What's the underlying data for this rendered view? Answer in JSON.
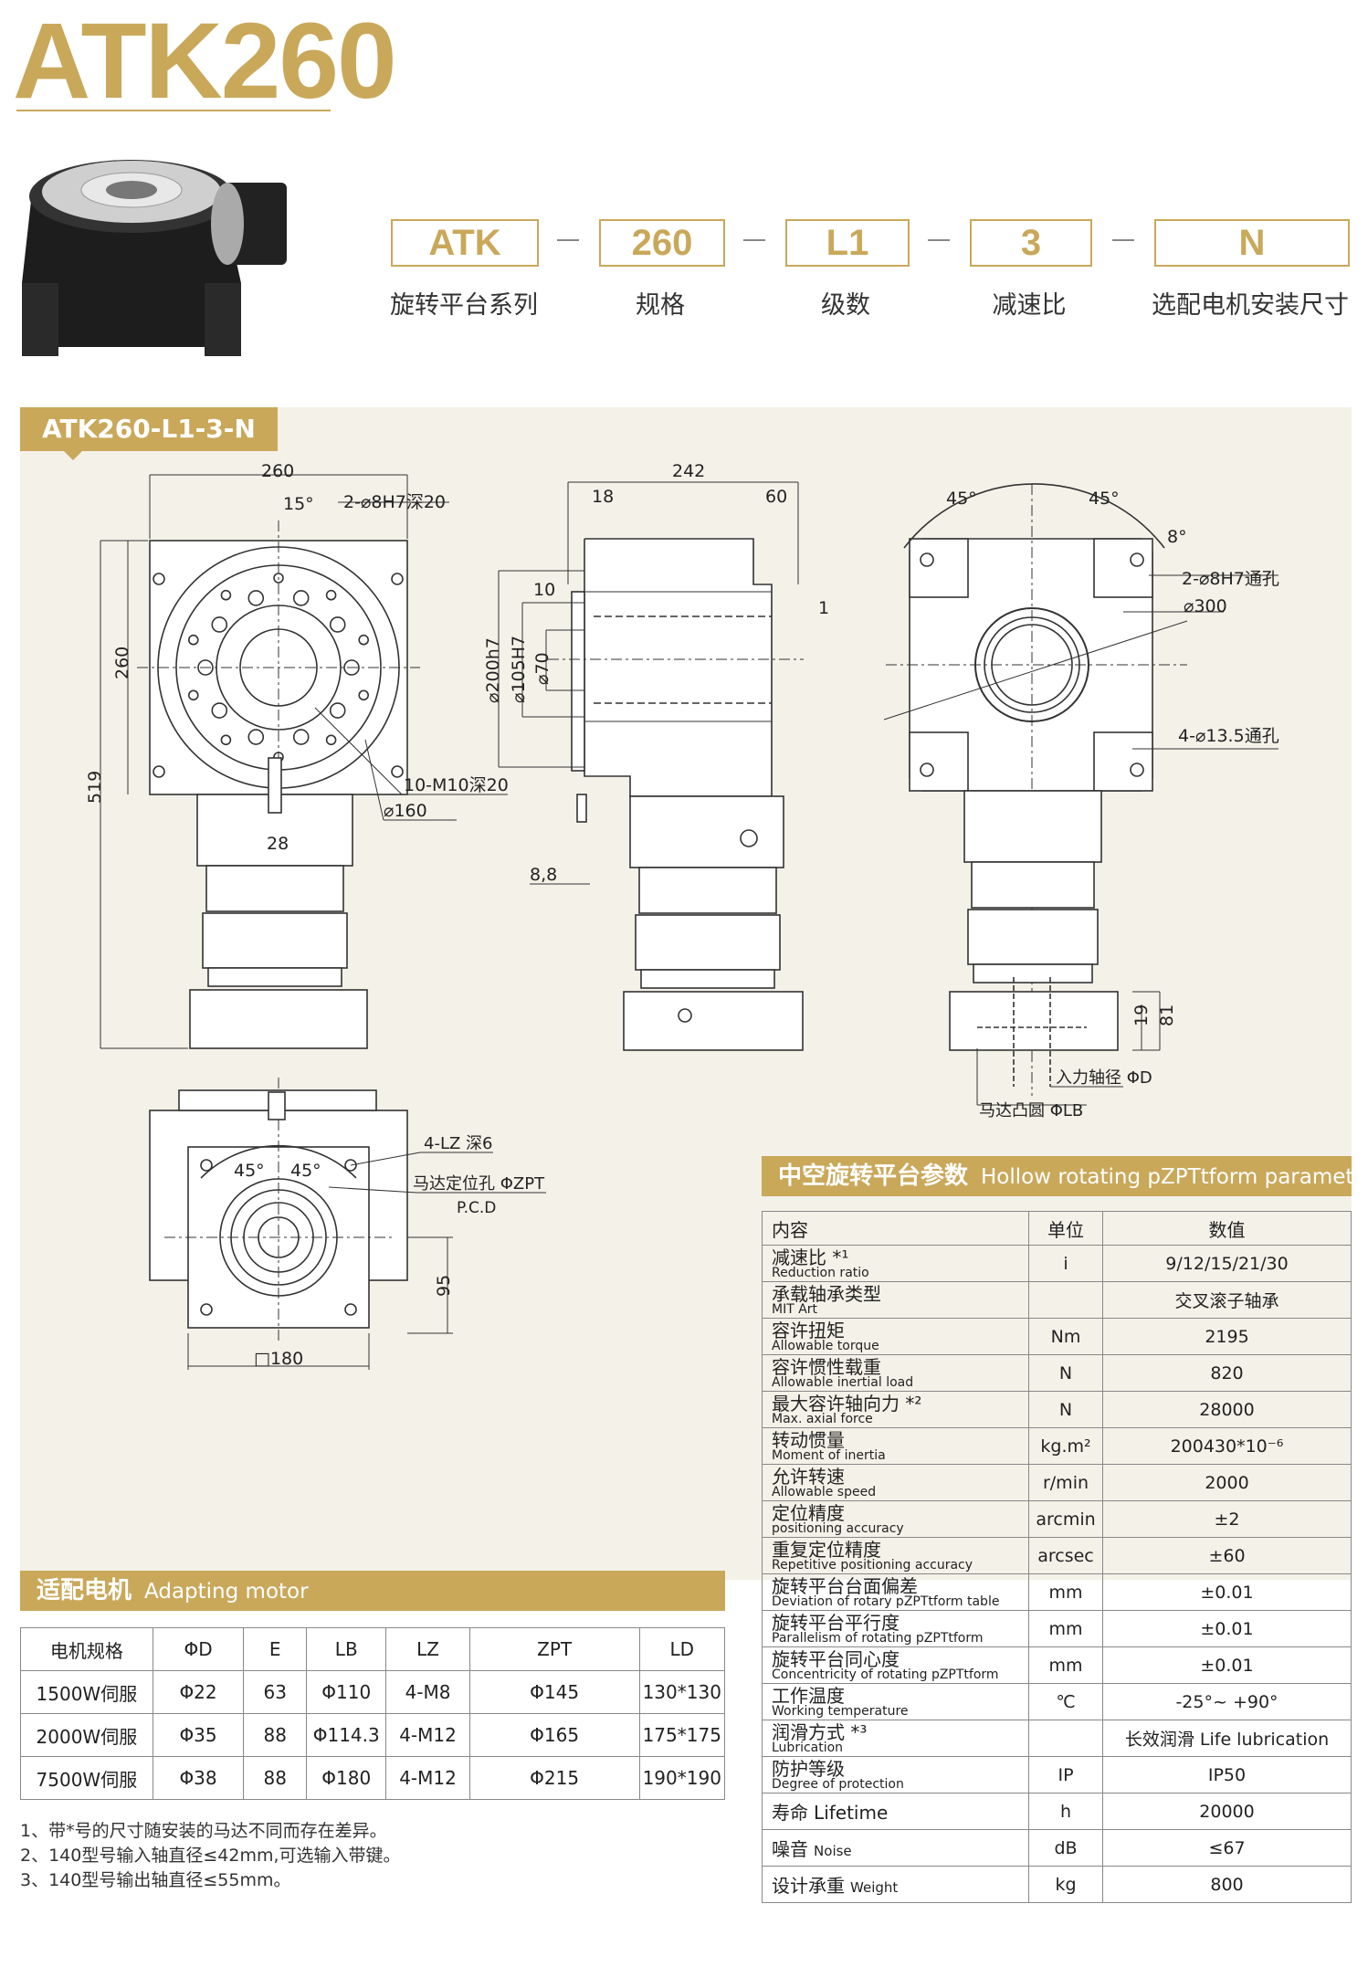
{
  "header": {
    "title": "ATK260"
  },
  "model_code": {
    "segments": [
      {
        "code": "ATK",
        "label": "旋转平台系列"
      },
      {
        "code": "260",
        "label": "规格"
      },
      {
        "code": "L1",
        "label": "级数"
      },
      {
        "code": "3",
        "label": "减速比"
      },
      {
        "code": "N",
        "label": "选配电机安装尺寸"
      }
    ]
  },
  "drawing": {
    "tag": "ATK260-L1-3-N",
    "front_view": {
      "dim_width": "260",
      "dim_height": "260",
      "dim_total": "519",
      "angle": "15°",
      "pin_holes": "2-⌀8H7深20",
      "tapped_holes": "10-M10深20",
      "pcd": "⌀160",
      "key": "28"
    },
    "side_view": {
      "dim_total": "242",
      "dim_18": "18",
      "dim_60": "60",
      "dim_10": "10",
      "dim_1": "1",
      "dia_200": "⌀200h7",
      "dia_105": "⌀105H7",
      "dia_70": "⌀70",
      "dim_8_8": "8,8"
    },
    "top_view": {
      "angle1": "45°",
      "angle2": "45°",
      "angle3": "8°",
      "pin_holes": "2-⌀8H7通孔",
      "pcd": "⌀300",
      "through_holes": "4-⌀13.5通孔",
      "dim_19": "19",
      "dim_81": "81",
      "input_shaft": "入力轴径 ΦD",
      "motor_boss": "马达凸圆 ΦLB"
    },
    "bottom_view": {
      "angle1": "45°",
      "angle2": "45°",
      "tapped": "4-LZ 深6",
      "motor_pcd": "马达定位孔 ΦZPT",
      "pcd_label": "P.C.D",
      "dim_95": "95",
      "square": "□180"
    }
  },
  "params_section": {
    "title_zh": "中空旋转平台参数",
    "title_en": "Hollow rotating pZPTtform parameters",
    "headers": [
      "内容",
      "单位",
      "数值"
    ],
    "rows": [
      {
        "zh": "减速比 *¹",
        "en": "Reduction ratio",
        "unit": "i",
        "value": "9/12/15/21/30"
      },
      {
        "zh": "承载轴承类型",
        "en": "MIT Art",
        "unit": "",
        "value": "交叉滚子轴承"
      },
      {
        "zh": "容许扭矩",
        "en": "Allowable torque",
        "unit": "Nm",
        "value": "2195"
      },
      {
        "zh": "容许惯性载重",
        "en": "Allowable inertial load",
        "unit": "N",
        "value": "820"
      },
      {
        "zh": "最大容许轴向力 *²",
        "en": "Max. axial force",
        "unit": "N",
        "value": "28000"
      },
      {
        "zh": "转动惯量",
        "en": "Moment of inertia",
        "unit": "kg.m²",
        "value": "200430*10⁻⁶"
      },
      {
        "zh": "允许转速",
        "en": "Allowable speed",
        "unit": "r/min",
        "value": "2000"
      },
      {
        "zh": "定位精度",
        "en": "positioning accuracy",
        "unit": "arcmin",
        "value": "±2"
      },
      {
        "zh": "重复定位精度",
        "en": "Repetitive positioning accuracy",
        "unit": "arcsec",
        "value": "±60"
      },
      {
        "zh": "旋转平台台面偏差",
        "en": "Deviation of rotary pZPTtform table",
        "unit": "mm",
        "value": "±0.01"
      },
      {
        "zh": "旋转平台平行度",
        "en": "Parallelism of rotating pZPTtform",
        "unit": "mm",
        "value": "±0.01"
      },
      {
        "zh": "旋转平台同心度",
        "en": "Concentricity of rotating pZPTtform",
        "unit": "mm",
        "value": "±0.01"
      },
      {
        "zh": "工作温度",
        "en": "Working temperature",
        "unit": "℃",
        "value": "-25°~ +90°"
      },
      {
        "zh": "润滑方式 *³",
        "en": "Lubrication",
        "unit": "",
        "value": "长效润滑 Life lubrication"
      },
      {
        "zh": "防护等级",
        "en": "Degree of protection",
        "unit": "IP",
        "value": "IP50"
      }
    ],
    "single_rows": [
      {
        "zh": "寿命",
        "en": "Lifetime",
        "unit": "h",
        "value": "20000"
      },
      {
        "zh": "噪音",
        "en": "Noise",
        "unit": "dB",
        "value": "≤67"
      },
      {
        "zh": "设计承重",
        "en": "Weight",
        "unit": "kg",
        "value": "800"
      }
    ]
  },
  "motor_section": {
    "title_zh": "适配电机",
    "title_en": "Adapting motor",
    "headers": [
      "电机规格",
      "ΦD",
      "E",
      "LB",
      "LZ",
      "ZPT",
      "LD"
    ],
    "rows": [
      [
        "1500W伺服",
        "Φ22",
        "63",
        "Φ110",
        "4-M8",
        "Φ145",
        "130*130"
      ],
      [
        "2000W伺服",
        "Φ35",
        "88",
        "Φ114.3",
        "4-M12",
        "Φ165",
        "175*175"
      ],
      [
        "7500W伺服",
        "Φ38",
        "88",
        "Φ180",
        "4-M12",
        "Φ215",
        "190*190"
      ]
    ]
  },
  "notes": [
    "1、带*号的尺寸随安装的马达不同而存在差异。",
    "2、140型号输入轴直径≤42mm,可选输入带键。",
    "3、140型号输出轴直径≤55mm。"
  ],
  "colors": {
    "gold": "#c9a85a",
    "panel": "#f4f1e9"
  }
}
